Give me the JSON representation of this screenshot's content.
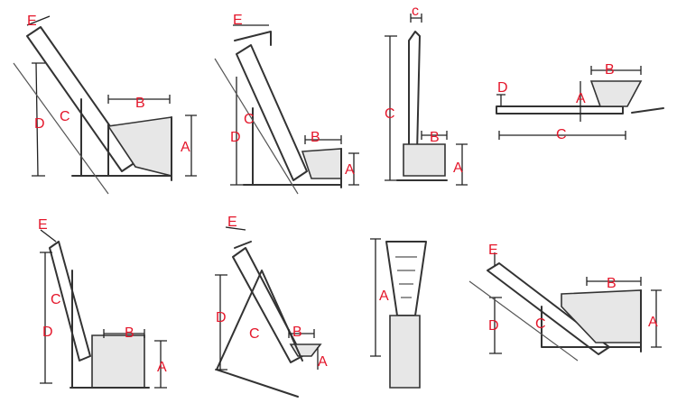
{
  "labels": {
    "A": "A",
    "B": "B",
    "C": "C",
    "D": "D",
    "E": "E",
    "c": "c"
  },
  "colors": {
    "label": "#e4162a",
    "line": "#333333"
  }
}
